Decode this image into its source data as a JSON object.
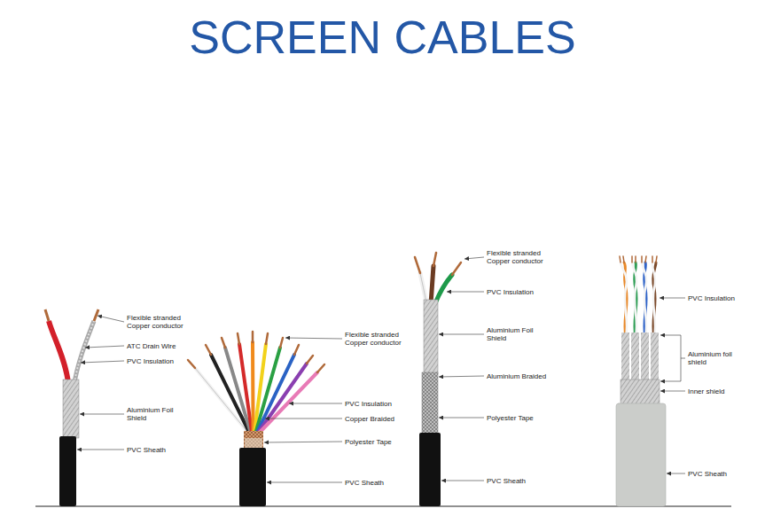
{
  "diagram": {
    "title": "SCREEN CABLES",
    "labels": [
      "Flexible stranded Copper conductor",
      "ATC Drain Wire",
      "PVC Insulation",
      "Aluminium Foil Shield",
      "PVC Sheath",
      "Flexible stranded Copper conductor",
      "PVC Insulation",
      "Copper Braided",
      "Polyester Tape",
      "PVC Sheath",
      "Flexible stranded Copper conductor",
      "PVC Insulation",
      "Aluminium Foil Shield",
      "Aluminium Braided",
      "Polyester Tape",
      "PVC Sheath",
      "PVC Insulation",
      "Aluminium foil shield",
      "Inner shield",
      "PVC Sheath"
    ]
  }
}
